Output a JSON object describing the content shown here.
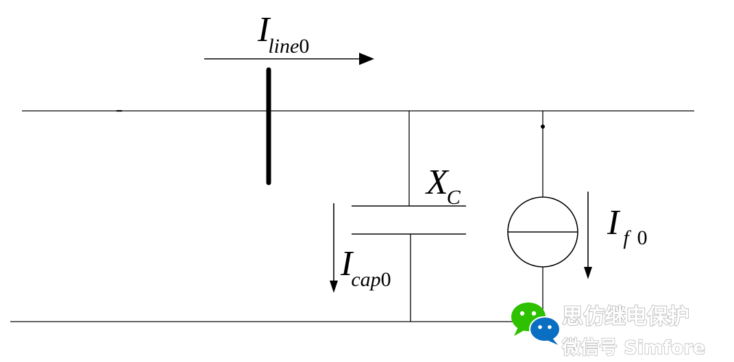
{
  "labels": {
    "line_current": {
      "main": "I",
      "sub": "line",
      "num": "0"
    },
    "capacitor_reactance": {
      "main": "X",
      "sub": "C"
    },
    "fault_current": {
      "main": "I",
      "sub": "f",
      "num": "0"
    },
    "capacitor_current": {
      "main": "I",
      "sub": "cap",
      "num": "0"
    }
  },
  "watermark": {
    "title": "思仿继电保护",
    "subtitle": "微信号 Simfore",
    "icon": "wechat-icon",
    "icon_colors": {
      "back_bubble": "#2dc100",
      "front_bubble": "#0a6fc2"
    }
  },
  "colors": {
    "line": "#000000",
    "background": "#ffffff"
  }
}
